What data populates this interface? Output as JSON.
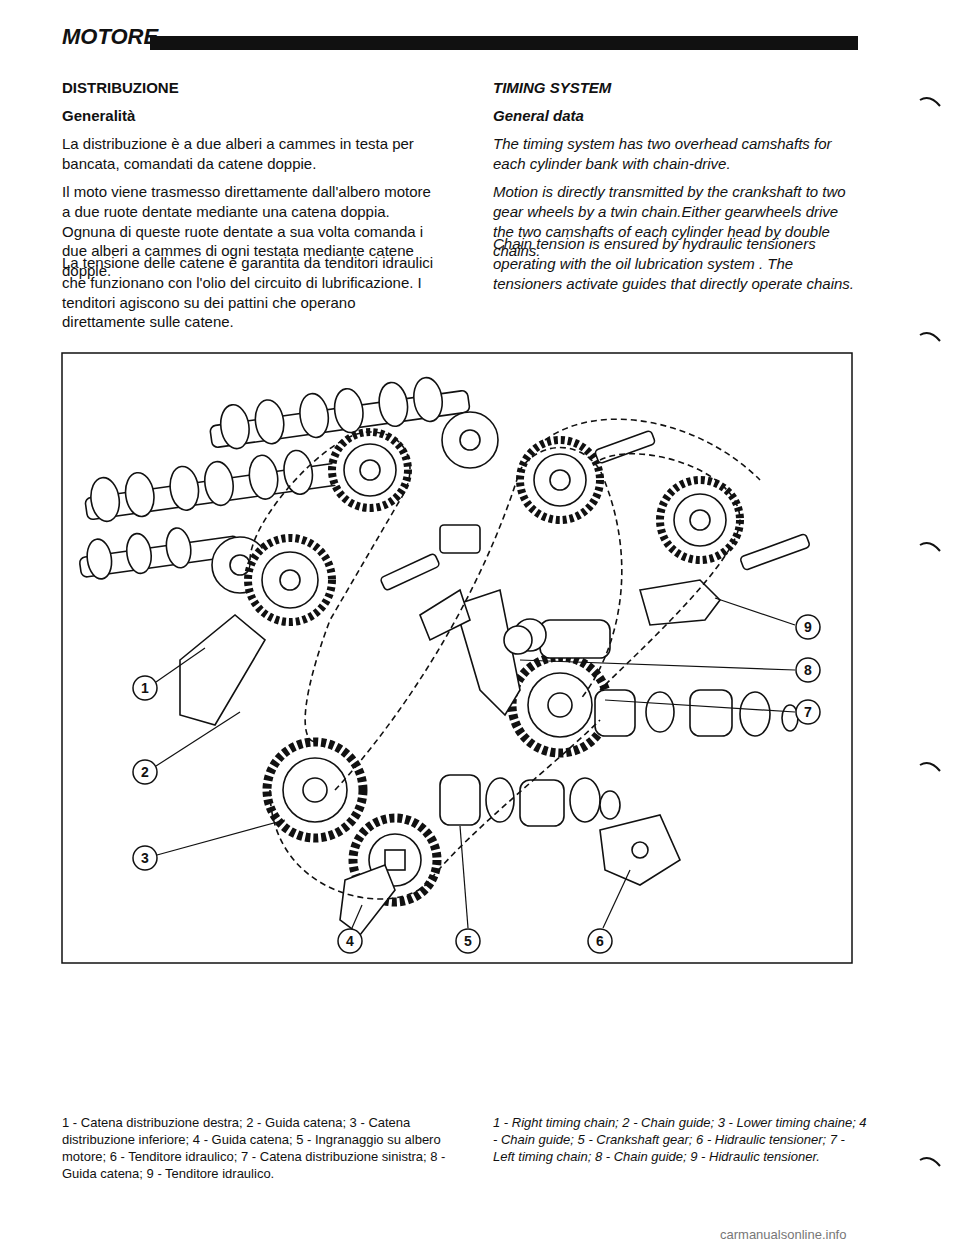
{
  "diagram": {
    "labels": [
      "MOTORE",
      "DISTRIBUZIONE",
      "Generalità",
      "La distribuzione è a due alberi a cammes in testa per bancata, comandati da catene doppie.",
      "Il moto viene trasmesso direttamente dall'albero motore a due ruote dentate mediante una catena doppia. Ognuna di queste ruote dentate a sua volta comanda i due alberi a cammes di ogni testata mediante catene doppie.",
      "La tensione delle catene è garantita da tenditori idraulici che funzionano con l'olio del circuito di lubrificazione. I tenditori agiscono su dei pattini che operano direttamente sulle catene.",
      "TIMING SYSTEM",
      "General data",
      "The timing system has two overhead camshafts for each cylinder bank with chain-drive.",
      "Motion is directly transmitted by the crankshaft to two gear wheels by a twin chain.Either gearwheels drive the two camshafts of each cylinder head by double chains.",
      "Chain tension is ensured by hydraulic tensioners operating with the oil lubrication system . The tensioners activate guides that directly operate chains.",
      "9",
      "8",
      "7",
      "1",
      "2",
      "3",
      "4",
      "5",
      "6",
      "1 - Catena distribuzione destra; 2 - Guida catena; 3 - Catena distribuzione inferiore; 4 - Guida catena; 5 - Ingranaggio su albero motore; 6 - Tenditore idraulico; 7 - Catena distribuzione sinistra; 8 - Guida catena; 9 - Tenditore idraulico.",
      "1 - Right timing chain; 2 - Chain guide; 3 - Lower timing chaine; 4 - Chain guide; 5 - Crankshaft gear; 6 - Hidraulic tensioner; 7 - Left timing chain; 8 - Chain guide; 9 - Hidraulic tensioner.",
      "carmanualsonline.info"
    ]
  }
}
